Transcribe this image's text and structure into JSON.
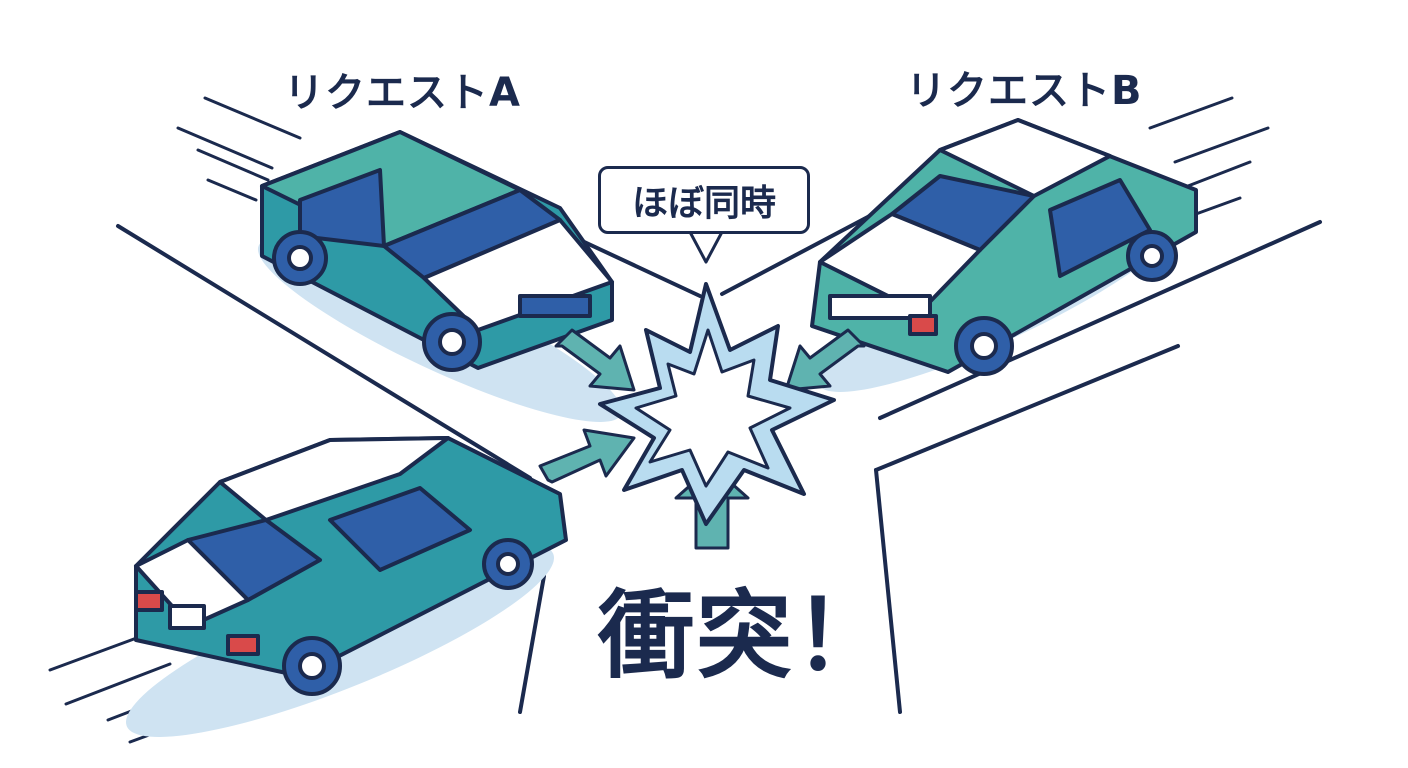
{
  "labels": {
    "request_a": "リクエストA",
    "request_b": "リクエストB",
    "almost_same_time": "ほぼ同時",
    "collision": "衝突！"
  },
  "colors": {
    "outline": "#1b2a4e",
    "car_teal": "#2e9aa6",
    "car_blue": "#2f5fa8",
    "car_green": "#4fb3a8",
    "arrow": "#5fb3b0",
    "burst": "#b9dcf0",
    "shadow": "#cfe3f2"
  }
}
